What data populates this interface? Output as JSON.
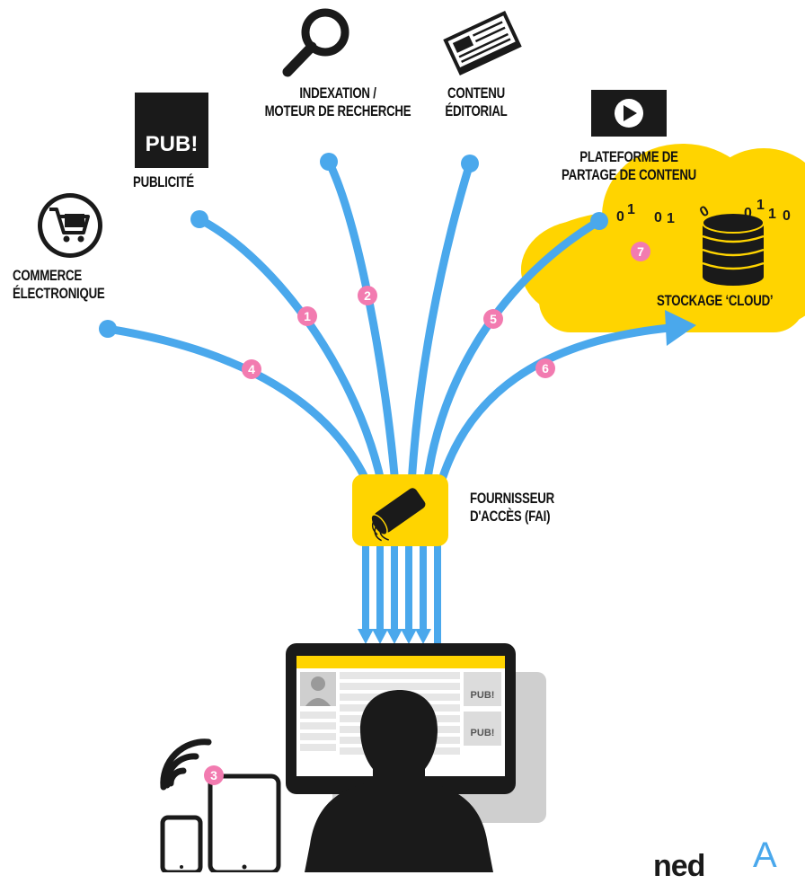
{
  "labels": {
    "commerce": [
      "COMMERCE",
      "ÉLECTRONIQUE"
    ],
    "publicite": "PUBLICITÉ",
    "pub_icon_text": "PUB!",
    "indexation": [
      "INDEXATION /",
      "MOTEUR DE RECHERCHE"
    ],
    "contenu": [
      "CONTENU",
      "ÉDITORIAL"
    ],
    "plateforme": [
      "PLATEFORME DE",
      "PARTAGE DE CONTENU"
    ],
    "stockage": "STOCKAGE ‘CLOUD’",
    "fai": [
      "FOURNISSEUR",
      "D'ACCÈS (FAI)"
    ]
  },
  "binary_digits": [
    "0",
    "1",
    "0",
    "1",
    "0",
    "0",
    "1",
    "1",
    "0"
  ],
  "badges": [
    "1",
    "2",
    "3",
    "4",
    "5",
    "6",
    "7"
  ],
  "screen": {
    "pub1": "PUB!",
    "pub2": "PUB!"
  },
  "footer": {
    "logo1": "ned",
    "logo2": "A"
  },
  "colors": {
    "line_blue": "#4aa8ec",
    "yellow": "#ffd400",
    "pink": "#f27bb0",
    "dark": "#1a1a1a",
    "grey": "#cfcfcf"
  },
  "icons": [
    "shopping-cart-icon",
    "magnifier-icon",
    "newspaper-icon",
    "play-button-icon",
    "database-icon",
    "cable-icon",
    "wifi-icon",
    "user-silhouette-icon"
  ]
}
